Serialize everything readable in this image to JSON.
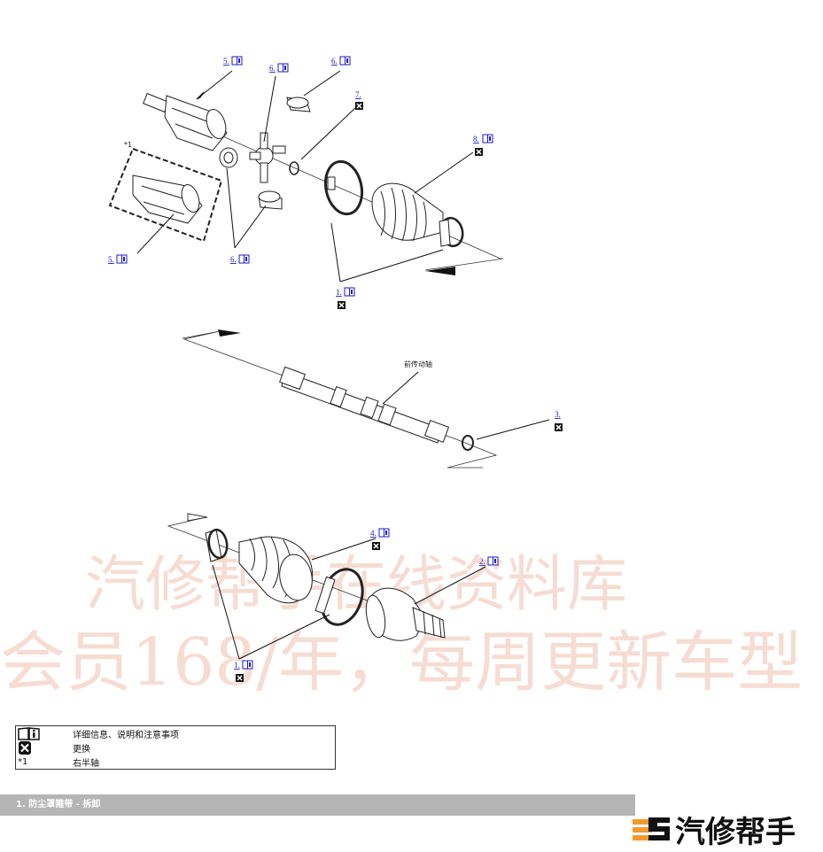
{
  "callouts": {
    "c5_top": "5.",
    "c6_center": "6.",
    "c6_top": "6.",
    "c7": "7.",
    "c8": "8.",
    "c5_left": "5.",
    "c6_bottom": "6.",
    "c1_upper": "1.",
    "c3": "3.",
    "c4": "4.",
    "c2": "2.",
    "c1_lower": "1.",
    "star1": "*1"
  },
  "diagram": {
    "shaft_label": "前传动轴"
  },
  "legend": {
    "rows": [
      {
        "icon": "info-book-icon",
        "text": "详细信息、说明和注意事项"
      },
      {
        "icon": "replace-x-icon",
        "text": "更换"
      },
      {
        "symbol": "*1",
        "text": "右半轴"
      }
    ]
  },
  "section": {
    "title": "1. 防尘罩箍带 - 拆卸"
  },
  "watermark": {
    "line1": "汽修帮手在线资料库",
    "line2": "会员168/年，每周更新车型"
  },
  "logo": {
    "name": "汽修帮手"
  },
  "colors": {
    "link": "#1a1acc",
    "section_bar": "#b5b5b5",
    "watermark": "#f6dcd2",
    "logo_orange": "#f39a2e"
  }
}
